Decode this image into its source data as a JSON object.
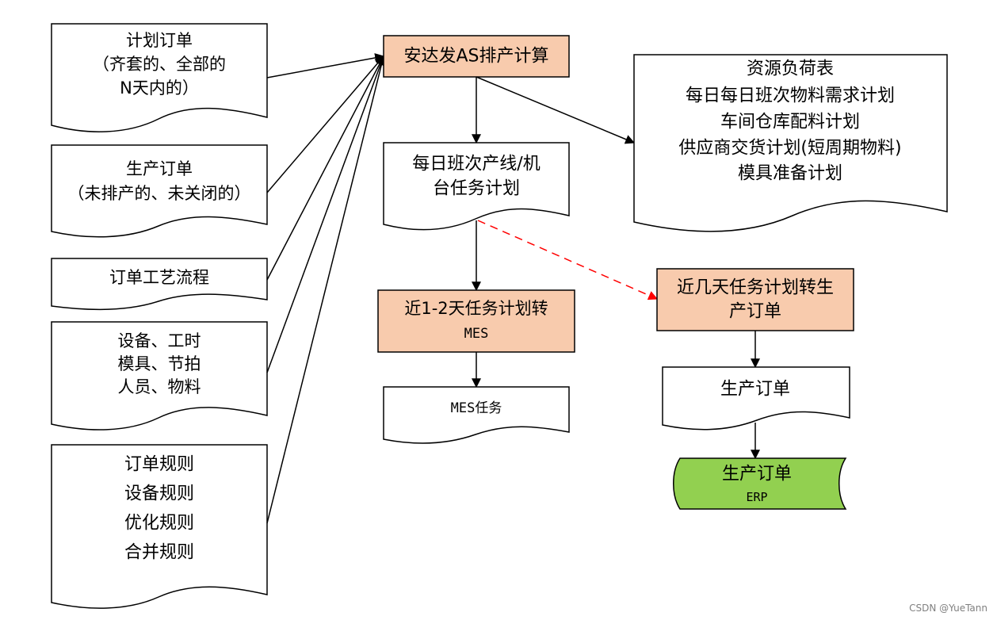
{
  "diagram": {
    "inputs": {
      "plan_order": [
        "计划订单",
        "（齐套的、全部的",
        "N天内的）"
      ],
      "production_order": [
        "生产订单",
        "（未排产的、未关闭的）"
      ],
      "process_flow": [
        "订单工艺流程"
      ],
      "resources": [
        "设备、工时",
        "模具、节拍",
        "人员、物料"
      ],
      "rules": [
        "订单规则",
        "设备规则",
        "优化规则",
        "合并规则"
      ]
    },
    "scheduler": "安达发AS排产计算",
    "daily_plan": [
      "每日班次产线/机",
      "台任务计划"
    ],
    "outputs_doc": [
      "资源负荷表",
      "每日每日班次物料需求计划",
      "车间仓库配料计划",
      "供应商交货计划(短周期物料)",
      "模具准备计划"
    ],
    "to_mes": [
      "近1-2天任务计划转",
      "MES"
    ],
    "mes_task": "MES任务",
    "to_prod_order": [
      "近几天任务计划转生",
      "产订单"
    ],
    "prod_order_doc": "生产订单",
    "erp": [
      "生产订单",
      "ERP"
    ]
  },
  "watermark": "CSDN @YueTann",
  "colors": {
    "process_fill": "#f8cbad",
    "erp_fill": "#92d050",
    "dashed_arrow": "#ff0000"
  }
}
